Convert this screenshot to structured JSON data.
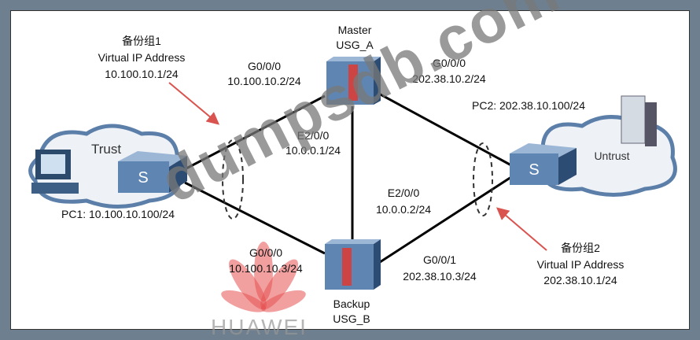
{
  "group1": {
    "name": "备份组1",
    "vip_label": "Virtual IP Address",
    "vip": "10.100.10.1/24"
  },
  "group2": {
    "name": "备份组2",
    "vip_label": "Virtual IP Address",
    "vip": "202.38.10.1/24"
  },
  "usg_a": {
    "role": "Master",
    "name": "USG_A",
    "g0_if": "G0/0/0",
    "g0_ip": "10.100.10.2/24",
    "g0r_if": "G0/0/0",
    "g0r_ip": "202.38.10.2/24",
    "e2_if": "E2/0/0",
    "e2_ip": "10.0.0.1/24"
  },
  "usg_b": {
    "role": "Backup",
    "name": "USG_B",
    "g0_if": "G0/0/0",
    "g0_ip": "10.100.10.3/24",
    "g1_if": "G0/0/1",
    "g1_ip": "202.38.10.3/24",
    "e2_if": "E2/0/0",
    "e2_ip": "10.0.0.2/24"
  },
  "pc1": "PC1: 10.100.10.100/24",
  "pc2": "PC2: 202.38.10.100/24",
  "zones": {
    "trust": "Trust",
    "untrust": "Untrust"
  },
  "watermark": "dumpsdb.com",
  "logo": "HUAWEI"
}
